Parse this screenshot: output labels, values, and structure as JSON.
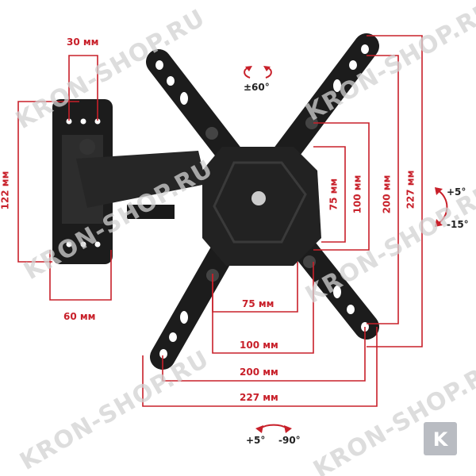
{
  "watermark": "KRON-SHOP.RU",
  "logo_letter": "K",
  "colors": {
    "dimension": "#c8202a",
    "mount": "#1c1c1c",
    "logo": "#b9bcc2"
  },
  "dimensions": {
    "wall_plate_hole_spacing": "30 мм",
    "wall_plate_height": "122 мм",
    "wall_plate_width": "60 мм",
    "vesa_h_75": "75 мм",
    "vesa_h_100": "100 мм",
    "vesa_h_200": "200 мм",
    "vesa_h_227": "227 мм",
    "vesa_v_75": "75 мм",
    "vesa_v_100": "100 мм",
    "vesa_v_200": "200 мм",
    "vesa_v_227": "227 мм"
  },
  "angles": {
    "rotation": "±60°",
    "tilt_up": "+5°",
    "tilt_down": "-15°",
    "swivel_left": "+5°",
    "swivel_right": "-90°"
  }
}
